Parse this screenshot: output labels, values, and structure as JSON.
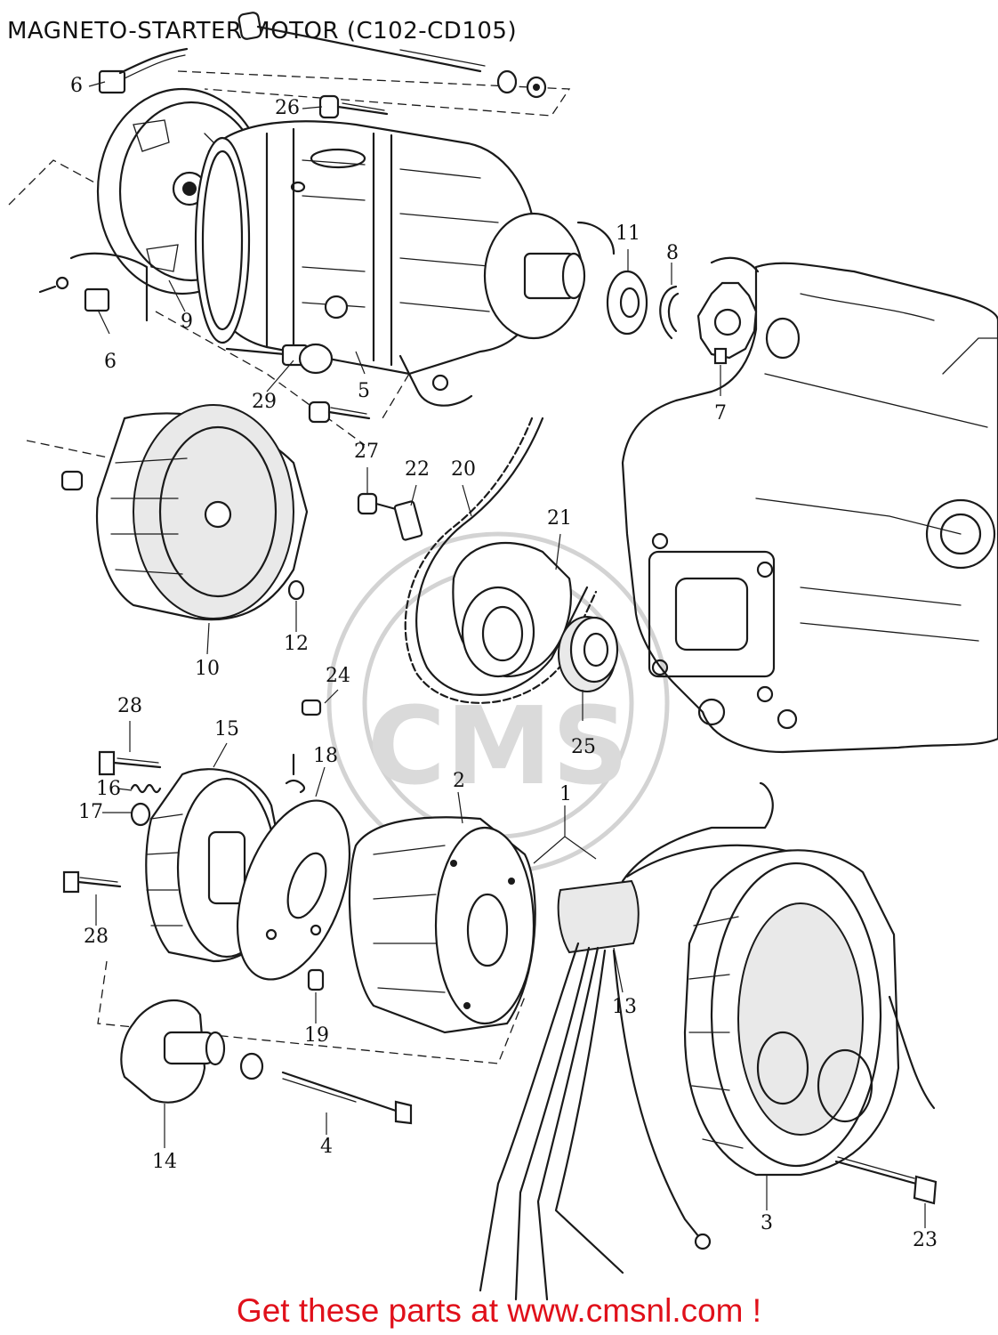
{
  "header": {
    "title": "MAGNETO-STARTER-MOTOR (C102-CD105)"
  },
  "footer": {
    "text": "Get these parts at www.cmsnl.com !"
  },
  "watermark": {
    "text": "CMS"
  },
  "colors": {
    "ink": "#1a1a1a",
    "footer_red": "#e0101a",
    "paper": "#ffffff"
  },
  "callouts": {
    "c1": "1",
    "c2": "2",
    "c3": "3",
    "c4": "4",
    "c5": "5",
    "c6a": "6",
    "c6b": "6",
    "c7": "7",
    "c8": "8",
    "c9": "9",
    "c10": "10",
    "c11": "11",
    "c12": "12",
    "c13": "13",
    "c14": "14",
    "c15": "15",
    "c16": "16",
    "c17": "17",
    "c18": "18",
    "c19": "19",
    "c20": "20",
    "c21": "21",
    "c22": "22",
    "c23": "23",
    "c24": "24",
    "c25": "25",
    "c26": "26",
    "c27": "27",
    "c28a": "28",
    "c28b": "28",
    "c29": "29"
  }
}
